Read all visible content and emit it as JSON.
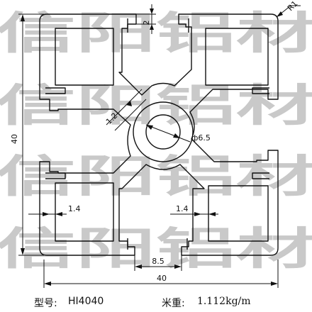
{
  "watermark": {
    "rows": [
      "信阳铝材",
      "信阳铝材",
      "信阳铝材",
      "信阳铝材"
    ],
    "color": "#c9c9c9"
  },
  "dimensions": {
    "height": "40",
    "width": "40",
    "slot_depth": "2",
    "corner_radius": "R1",
    "rib_thickness": "1.2",
    "bore_diameter": "ф6.5",
    "wall_left": "1.4",
    "wall_right": "1.4",
    "slot_width": "8.5"
  },
  "caption": {
    "model_label": "型号:",
    "model_value": "HI4040",
    "weight_label": "米重:",
    "weight_value": "1.112kg/m"
  }
}
